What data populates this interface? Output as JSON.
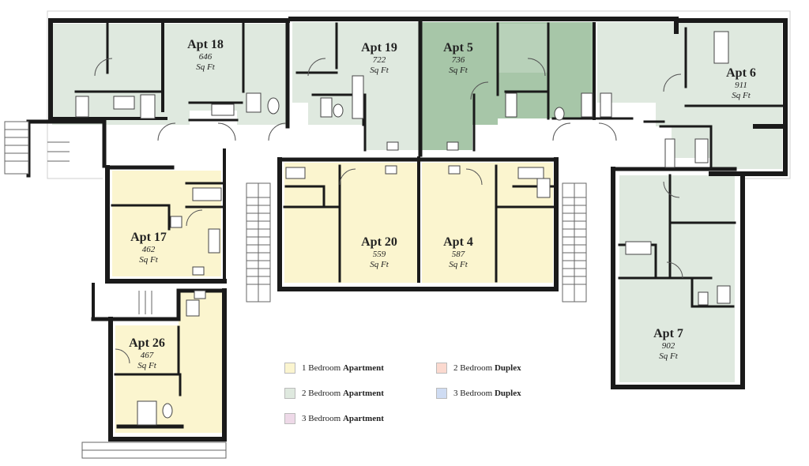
{
  "colors": {
    "wall": "#1a1a1a",
    "two_bed_light": "#dfe9df",
    "two_bed_dark": "#a7c6a8",
    "one_bed": "#fbf5cf",
    "corridor": "#ffffff",
    "fixture": "#ffffff"
  },
  "apartments": [
    {
      "id": "apt18",
      "name": "Apt 18",
      "area": "646",
      "unit": "Sq Ft",
      "type": "2 Bedroom Apartment"
    },
    {
      "id": "apt19",
      "name": "Apt 19",
      "area": "722",
      "unit": "Sq Ft",
      "type": "2 Bedroom Apartment"
    },
    {
      "id": "apt5",
      "name": "Apt 5",
      "area": "736",
      "unit": "Sq Ft",
      "type": "2 Bedroom Apartment"
    },
    {
      "id": "apt6",
      "name": "Apt 6",
      "area": "911",
      "unit": "Sq Ft",
      "type": "2 Bedroom Apartment"
    },
    {
      "id": "apt17",
      "name": "Apt 17",
      "area": "462",
      "unit": "Sq Ft",
      "type": "1 Bedroom Apartment"
    },
    {
      "id": "apt20",
      "name": "Apt 20",
      "area": "559",
      "unit": "Sq Ft",
      "type": "1 Bedroom Apartment"
    },
    {
      "id": "apt4",
      "name": "Apt 4",
      "area": "587",
      "unit": "Sq Ft",
      "type": "1 Bedroom Apartment"
    },
    {
      "id": "apt7",
      "name": "Apt 7",
      "area": "902",
      "unit": "Sq Ft",
      "type": "2 Bedroom Apartment"
    },
    {
      "id": "apt26",
      "name": "Apt 26",
      "area": "467",
      "unit": "Sq Ft",
      "type": "1 Bedroom Apartment"
    }
  ],
  "legend": [
    {
      "id": "l1",
      "prefix": "1 Bedroom",
      "bold": "Apartment",
      "color": "#fbf5cf"
    },
    {
      "id": "l2",
      "prefix": "2 Bedroom",
      "bold": "Duplex",
      "color": "#fbd9cf"
    },
    {
      "id": "l3",
      "prefix": "2 Bedroom",
      "bold": "Apartment",
      "color": "#dfe9df"
    },
    {
      "id": "l4",
      "prefix": "3 Bedroom",
      "bold": "Duplex",
      "color": "#cfdcf3"
    },
    {
      "id": "l5",
      "prefix": "3 Bedroom",
      "bold": "Apartment",
      "color": "#eed9e8"
    }
  ]
}
